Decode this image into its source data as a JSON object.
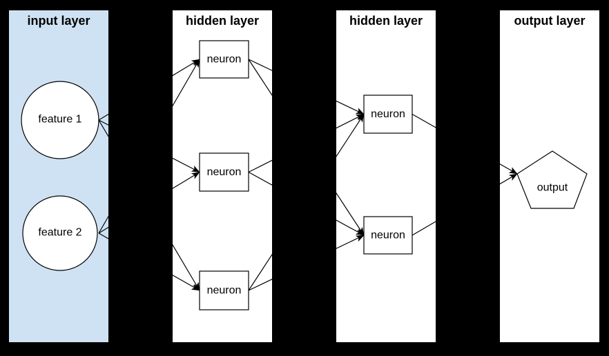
{
  "canvas": {
    "background": "#000000",
    "stroke_color": "#000000",
    "input_panel_fill": "#cfe2f3",
    "panel_fill": "#ffffff"
  },
  "layers": [
    {
      "id": "input-layer",
      "title": "input layer",
      "fill": "#cfe2f3",
      "nodes": [
        {
          "id": "feature1",
          "label": "feature 1",
          "shape": "circle"
        },
        {
          "id": "feature2",
          "label": "feature 2",
          "shape": "circle"
        }
      ]
    },
    {
      "id": "hidden-layer-1",
      "title": "hidden layer",
      "fill": "#ffffff",
      "nodes": [
        {
          "id": "h1n1",
          "label": "neuron",
          "shape": "rectangle"
        },
        {
          "id": "h1n2",
          "label": "neuron",
          "shape": "rectangle"
        },
        {
          "id": "h1n3",
          "label": "neuron",
          "shape": "rectangle"
        }
      ]
    },
    {
      "id": "hidden-layer-2",
      "title": "hidden layer",
      "fill": "#ffffff",
      "nodes": [
        {
          "id": "h2n1",
          "label": "neuron",
          "shape": "rectangle"
        },
        {
          "id": "h2n2",
          "label": "neuron",
          "shape": "rectangle"
        }
      ]
    },
    {
      "id": "output-layer",
      "title": "output layer",
      "fill": "#ffffff",
      "nodes": [
        {
          "id": "output",
          "label": "output",
          "shape": "pentagon"
        }
      ]
    }
  ],
  "connections": [
    {
      "from": "feature1",
      "to": "h1n1"
    },
    {
      "from": "feature1",
      "to": "h1n2"
    },
    {
      "from": "feature1",
      "to": "h1n3"
    },
    {
      "from": "feature2",
      "to": "h1n1"
    },
    {
      "from": "feature2",
      "to": "h1n2"
    },
    {
      "from": "feature2",
      "to": "h1n3"
    },
    {
      "from": "h1n1",
      "to": "h2n1"
    },
    {
      "from": "h1n1",
      "to": "h2n2"
    },
    {
      "from": "h1n2",
      "to": "h2n1"
    },
    {
      "from": "h1n2",
      "to": "h2n2"
    },
    {
      "from": "h1n3",
      "to": "h2n1"
    },
    {
      "from": "h1n3",
      "to": "h2n2"
    },
    {
      "from": "h2n1",
      "to": "output"
    },
    {
      "from": "h2n2",
      "to": "output"
    }
  ]
}
